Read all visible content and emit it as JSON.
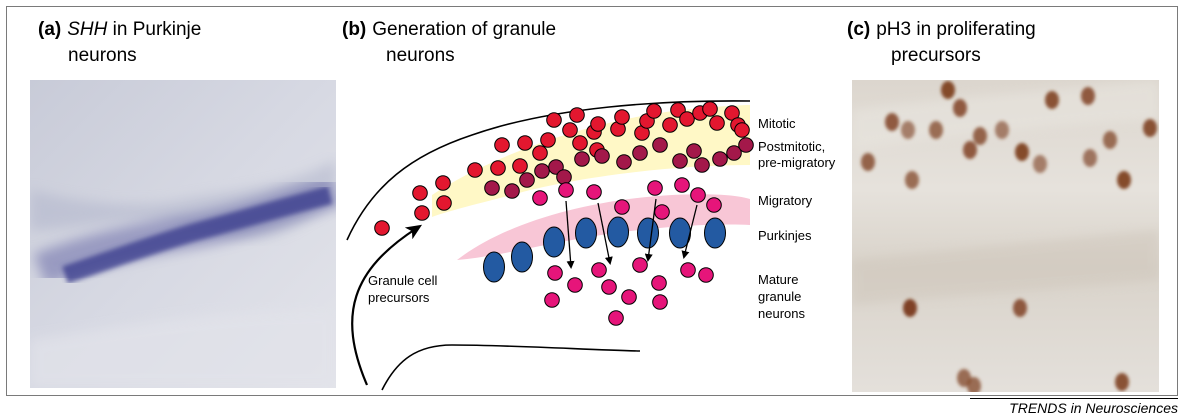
{
  "panel_a": {
    "letter": "(a)",
    "gene": "SHH",
    "line1_rest": " in Purkinje",
    "line2": "neurons"
  },
  "panel_b": {
    "letter": "(b)",
    "line1": "Generation of granule",
    "line2": "neurons",
    "labels": {
      "mitotic": "Mitotic",
      "postmitotic_1": "Postmitotic,",
      "postmitotic_2": "pre-migratory",
      "migratory": "Migratory",
      "purkinjes": "Purkinjes",
      "mature_1": "Mature",
      "mature_2": "granule",
      "mature_3": "neurons",
      "precursors_1": "Granule cell",
      "precursors_2": "precursors"
    }
  },
  "panel_c": {
    "letter": "(c)",
    "line1": "pH3 in proliferating",
    "line2": "precursors"
  },
  "footer": "TRENDS in Neurosciences",
  "colors": {
    "mitotic": "#e3172f",
    "postmitotic": "#a3184a",
    "migratory_cell": "#e6157a",
    "purkinje": "#235aa2",
    "egl_band": "#fff8c6",
    "migratory_band": "#f8c6d6",
    "shh_stain": "#3d3f8f",
    "ph3_nucleus": "#7a3a1a"
  }
}
